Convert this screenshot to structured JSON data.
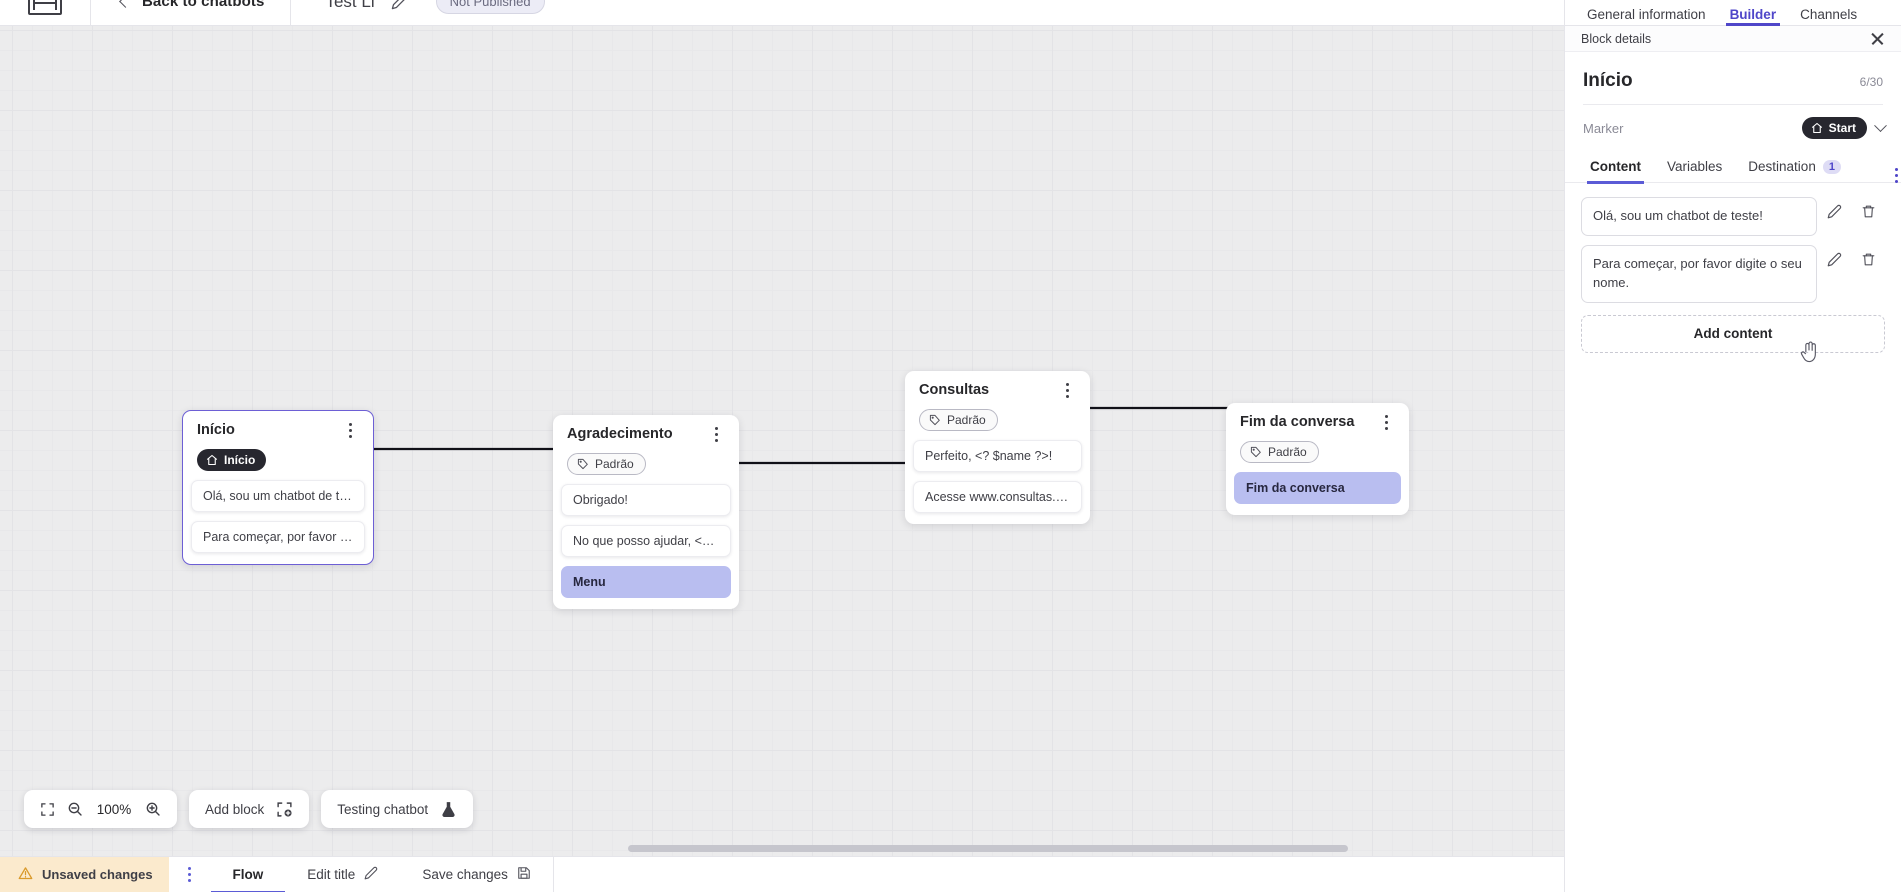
{
  "topbar": {
    "logo_icon": "app-logo-icon",
    "back_label": "Back to chatbots",
    "back_icon": "chevron-left-icon",
    "bot_name": "Test Li",
    "edit_icon": "pencil-icon",
    "publish_status": "Not Published"
  },
  "canvas": {
    "blocks": [
      {
        "title": "Início",
        "tag": {
          "type": "start",
          "label": "Início",
          "icon": "home-icon"
        },
        "messages": [
          {
            "text": "Olá, sou um chatbot de teste!",
            "style": "plain"
          },
          {
            "text": "Para começar, por favor digite o ...",
            "style": "plain"
          }
        ],
        "selected": true
      },
      {
        "title": "Agradecimento",
        "tag": {
          "type": "default",
          "label": "Padrão",
          "icon": "tag-icon"
        },
        "messages": [
          {
            "text": "Obrigado!",
            "style": "plain"
          },
          {
            "text": "No que posso ajudar, <? $name ...",
            "style": "plain"
          },
          {
            "text": "Menu",
            "style": "menu"
          }
        ],
        "selected": false
      },
      {
        "title": "Consultas",
        "tag": {
          "type": "default",
          "label": "Padrão",
          "icon": "tag-icon"
        },
        "messages": [
          {
            "text": "Perfeito, <? $name ?>!",
            "style": "plain"
          },
          {
            "text": "Acesse www.consultas.com par...",
            "style": "plain"
          }
        ],
        "selected": false
      },
      {
        "title": "Fim da conversa",
        "tag": {
          "type": "default",
          "label": "Padrão",
          "icon": "tag-icon"
        },
        "messages": [
          {
            "text": "Fim da conversa",
            "style": "menu"
          }
        ],
        "selected": false
      }
    ]
  },
  "toolbar": {
    "fit_icon": "fit-screen-icon",
    "zoom_out_icon": "zoom-out-icon",
    "zoom_level": "100%",
    "zoom_in_icon": "zoom-in-icon",
    "add_block_label": "Add block",
    "add_block_icon": "add-block-icon",
    "testing_label": "Testing chatbot",
    "testing_icon": "flask-icon"
  },
  "statusbar": {
    "unsaved_label": "Unsaved changes",
    "warning_icon": "warning-triangle-icon",
    "kebab_icon": "kebab-menu-icon",
    "items": [
      {
        "label": "Flow",
        "icon": "",
        "active": true
      },
      {
        "label": "Edit title",
        "icon": "pencil-icon",
        "active": false
      },
      {
        "label": "Save changes",
        "icon": "save-disk-icon",
        "active": false
      }
    ]
  },
  "panel": {
    "tabs": [
      {
        "label": "General information",
        "active": false
      },
      {
        "label": "Builder",
        "active": true
      },
      {
        "label": "Channels",
        "active": false
      }
    ],
    "subheader": "Block details",
    "close_icon": "close-icon",
    "title": "Início",
    "count": "6/30",
    "marker_label": "Marker",
    "marker_value": "Start",
    "marker_icon": "home-icon",
    "marker_chevron": "chevron-down-icon",
    "content_tabs": [
      {
        "label": "Content",
        "badge": "",
        "active": true
      },
      {
        "label": "Variables",
        "badge": "",
        "active": false
      },
      {
        "label": "Destination",
        "badge": "1",
        "active": false
      }
    ],
    "content_kebab_icon": "kebab-menu-icon",
    "contents": [
      {
        "text": "Olá, sou um chatbot de teste!",
        "edit_icon": "pencil-icon",
        "delete_icon": "trash-icon"
      },
      {
        "text": "Para começar, por favor digite o seu nome.",
        "edit_icon": "pencil-icon",
        "delete_icon": "trash-icon"
      }
    ],
    "add_content_label": "Add content"
  },
  "colors": {
    "accent": "#5b5bd6",
    "accent_tab": "#4f46c9",
    "menu_block": "#b9bef0",
    "warning_bg": "#fbeacd",
    "canvas_bg": "#ececed"
  }
}
